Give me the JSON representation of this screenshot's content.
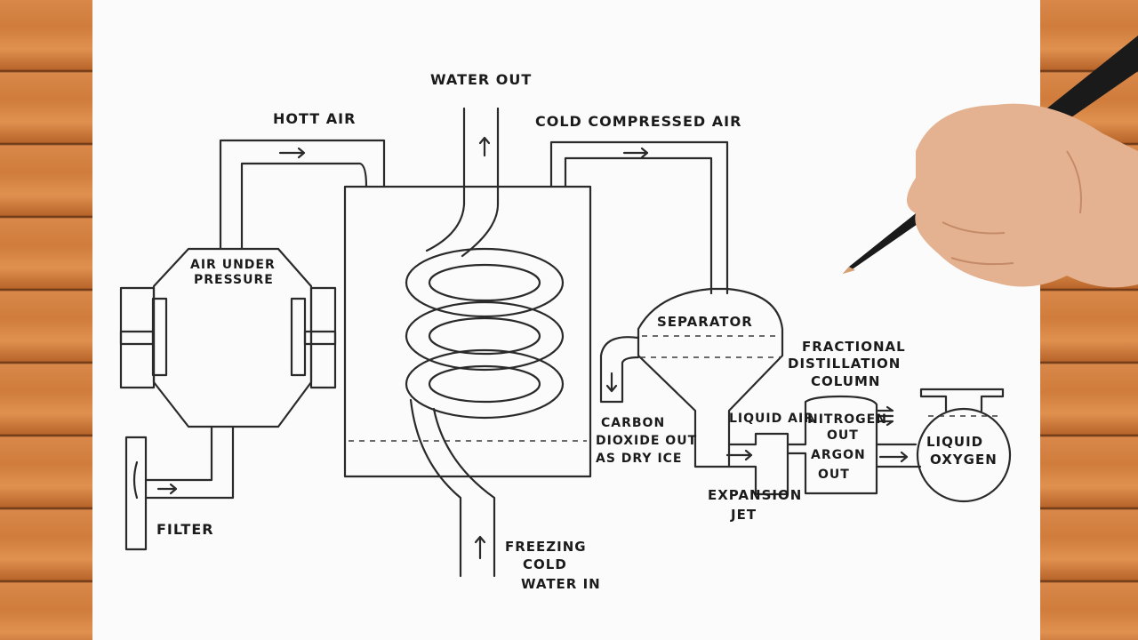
{
  "labels": {
    "water_out": "WATER OUT",
    "hot_air": "HOTT AIR",
    "cold_compressed_air": "COLD COMPRESSED AIR",
    "air_under_pressure_1": "AIR UNDER",
    "air_under_pressure_2": "PRESSURE",
    "separator": "SEPARATOR",
    "fractional_1": "FRACTIONAL",
    "fractional_2": "DISTILLATION",
    "fractional_3": "COLUMN",
    "carbon_1": "CARBON",
    "carbon_2": "DIOXIDE OUT",
    "carbon_3": "AS DRY ICE",
    "liquid_air": "LIQUID AIR",
    "nitrogen_1": "NITROGEN",
    "nitrogen_2": "OUT",
    "argon_1": "ARGON",
    "argon_2": "OUT",
    "liquid_oxygen_1": "LIQUID",
    "liquid_oxygen_2": "OXYGEN",
    "expansion_1": "EXPANSION",
    "expansion_2": "JET",
    "filter": "FILTER",
    "freezing_1": "FREEZING",
    "freezing_2": "COLD",
    "freezing_3": "WATER IN"
  }
}
